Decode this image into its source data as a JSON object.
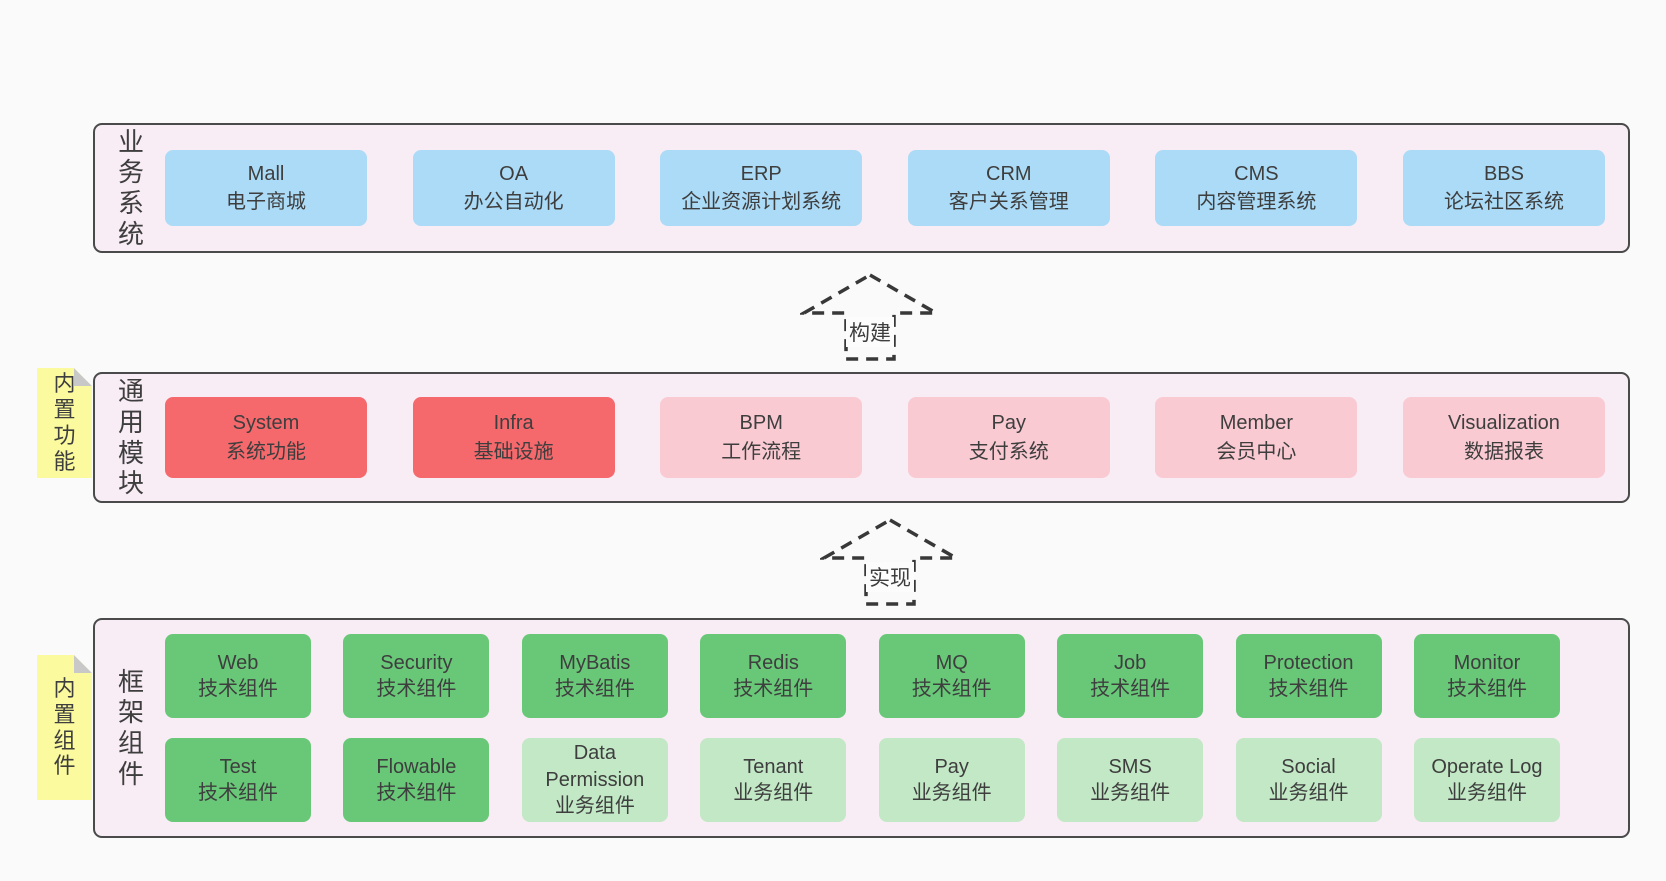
{
  "page": {
    "background": "#fafafa"
  },
  "colors": {
    "panel_fill": "#f8ecf5",
    "panel_border": "#4a4a4a",
    "business_blue": "#abdbf7",
    "module_red": "#f5696d",
    "module_pink": "#facad3",
    "component_green": "#68c878",
    "component_light_green": "#c2e8c5",
    "note_yellow": "#fbfa9e",
    "note_fold_gray": "#c8c8c8",
    "text": "#3e3e3e"
  },
  "arrows": {
    "build": "构建",
    "implement": "实现"
  },
  "notes": {
    "features": "内置功能",
    "components": "内置组件"
  },
  "sections": {
    "business": {
      "label": "业务系统",
      "items": [
        {
          "name": "Mall",
          "desc": "电子商城"
        },
        {
          "name": "OA",
          "desc": "办公自动化"
        },
        {
          "name": "ERP",
          "desc": "企业资源计划系统"
        },
        {
          "name": "CRM",
          "desc": "客户关系管理"
        },
        {
          "name": "CMS",
          "desc": "内容管理系统"
        },
        {
          "name": "BBS",
          "desc": "论坛社区系统"
        }
      ]
    },
    "modules": {
      "label": "通用模块",
      "items": [
        {
          "name": "System",
          "desc": "系统功能",
          "variant": "red"
        },
        {
          "name": "Infra",
          "desc": "基础设施",
          "variant": "red"
        },
        {
          "name": "BPM",
          "desc": "工作流程",
          "variant": "pink"
        },
        {
          "name": "Pay",
          "desc": "支付系统",
          "variant": "pink"
        },
        {
          "name": "Member",
          "desc": "会员中心",
          "variant": "pink"
        },
        {
          "name": "Visualization",
          "desc": "数据报表",
          "variant": "pink"
        }
      ]
    },
    "components": {
      "label": "框架组件",
      "rows": [
        [
          {
            "name": "Web",
            "desc": "技术组件",
            "variant": "tech"
          },
          {
            "name": "Security",
            "desc": "技术组件",
            "variant": "tech"
          },
          {
            "name": "MyBatis",
            "desc": "技术组件",
            "variant": "tech"
          },
          {
            "name": "Redis",
            "desc": "技术组件",
            "variant": "tech"
          },
          {
            "name": "MQ",
            "desc": "技术组件",
            "variant": "tech"
          },
          {
            "name": "Job",
            "desc": "技术组件",
            "variant": "tech"
          },
          {
            "name": "Protection",
            "desc": "技术组件",
            "variant": "tech"
          },
          {
            "name": "Monitor",
            "desc": "技术组件",
            "variant": "tech"
          }
        ],
        [
          {
            "name": "Test",
            "desc": "技术组件",
            "variant": "tech"
          },
          {
            "name": "Flowable",
            "desc": "技术组件",
            "variant": "tech"
          },
          {
            "name": "Data Permission",
            "desc": "业务组件",
            "variant": "biz"
          },
          {
            "name": "Tenant",
            "desc": "业务组件",
            "variant": "biz"
          },
          {
            "name": "Pay",
            "desc": "业务组件",
            "variant": "biz"
          },
          {
            "name": "SMS",
            "desc": "业务组件",
            "variant": "biz"
          },
          {
            "name": "Social",
            "desc": "业务组件",
            "variant": "biz"
          },
          {
            "name": "Operate Log",
            "desc": "业务组件",
            "variant": "biz"
          }
        ]
      ]
    }
  }
}
